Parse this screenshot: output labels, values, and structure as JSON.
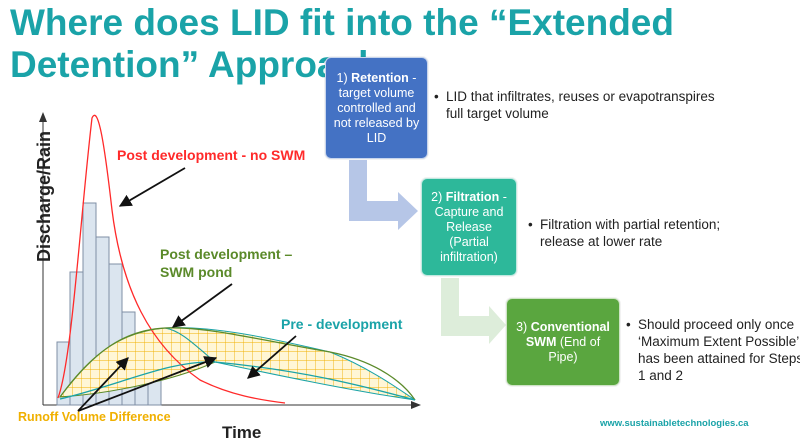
{
  "title": "Where does LID fit into the “Extended Detention” Approach",
  "graph": {
    "y_axis_label": "Discharge/Rain",
    "x_axis_label": "Time",
    "post_no_swm_label": "Post development - no SWM",
    "post_swm_label": "Post development – SWM pond",
    "pre_label": "Pre - development",
    "runoff_label": "Runoff Volume Difference",
    "colors": {
      "post_no_swm": "#ff2a2a",
      "post_swm": "#5b8a2a",
      "pre": "#1aa3a8",
      "runoff": "#f0b000",
      "hyetograph_fill": "#dbe5ef",
      "hyetograph_stroke": "#7f8fa6"
    }
  },
  "steps": [
    {
      "number": "1)",
      "name": "Retention",
      "desc": "- target volume controlled and not released by LID",
      "bullet": "LID that infiltrates, reuses or evapotranspires full target volume",
      "color": "#4472c4"
    },
    {
      "number": "2)",
      "name": "Filtration",
      "desc": "- Capture and Release (Partial infiltration)",
      "bullet": "Filtration with partial retention; release at lower rate",
      "color": "#2db89a"
    },
    {
      "number": "3)",
      "name": "Conventional SWM",
      "desc": "(End of Pipe)",
      "bullet": "Should proceed only once ‘Maximum Extent Possible’ has been attained for Steps 1 and 2",
      "color": "#5aa63f"
    }
  ],
  "footer": {
    "website": "www.sustainabletechnologies.ca"
  }
}
